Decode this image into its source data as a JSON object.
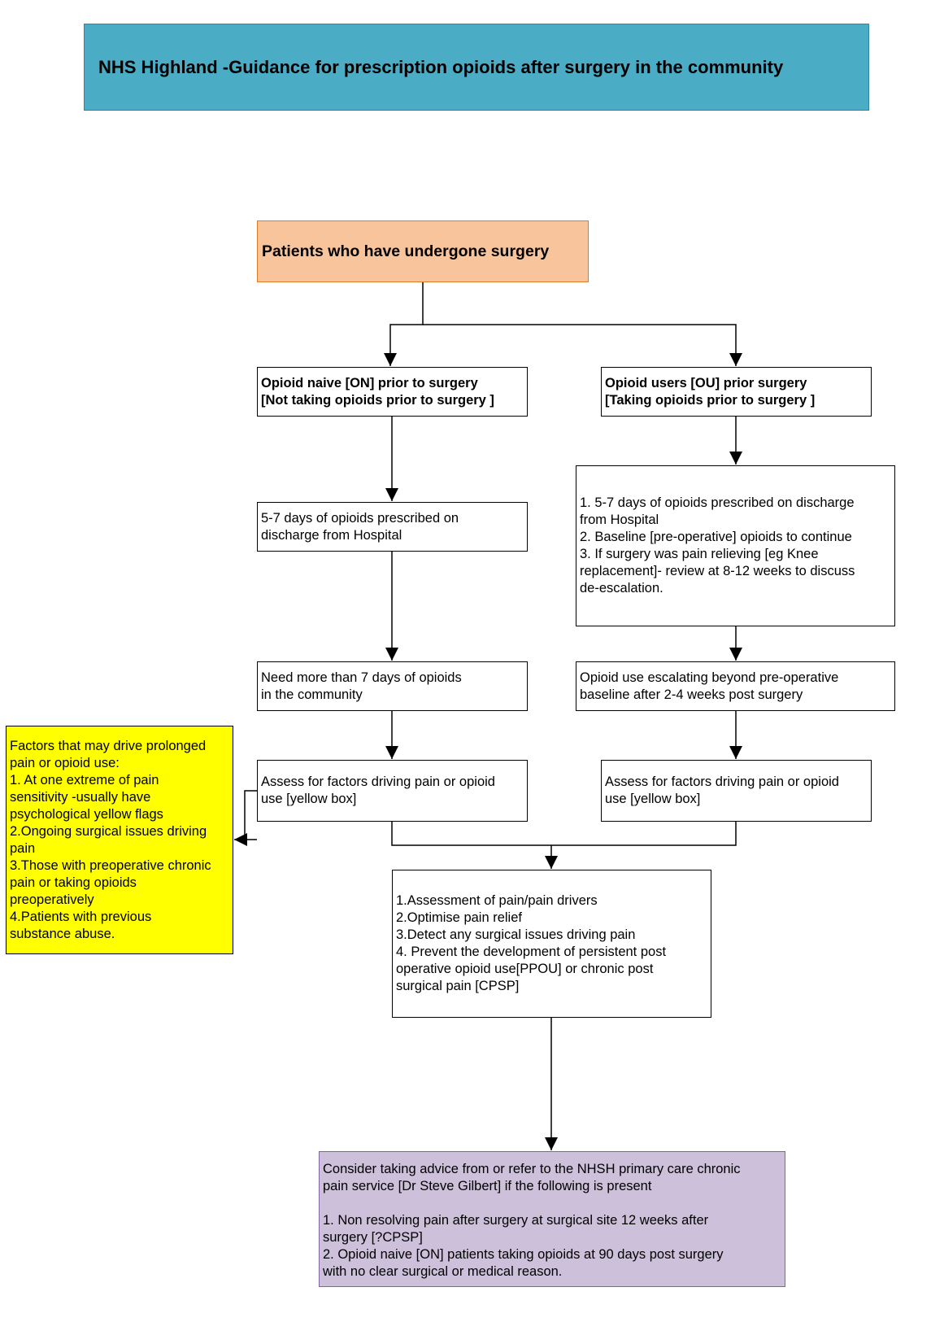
{
  "title": "NHS Highland -Guidance for prescription opioids after surgery in the community",
  "start": "Patients who have undergone surgery",
  "opioid_naive": {
    "heading": [
      "Opioid naive [ON] prior to surgery",
      "[Not taking opioids prior to surgery ]"
    ],
    "discharge": [
      "5-7 days of opioids prescribed on",
      "discharge from Hospital"
    ],
    "need_more": [
      "Need more than 7 days of opioids",
      "in the community"
    ],
    "assess": [
      "Assess for factors driving pain or opioid",
      "use [yellow box]"
    ]
  },
  "opioid_users": {
    "heading": [
      "Opioid users [OU] prior surgery",
      "[Taking opioids prior to surgery ]"
    ],
    "plan": [
      "1. 5-7 days of opioids prescribed on discharge",
      "from Hospital",
      "2. Baseline [pre-operative] opioids to continue",
      "3. If surgery was pain relieving [eg Knee",
      "replacement]- review at 8-12 weeks to discuss",
      "de-escalation."
    ],
    "escalating": [
      "Opioid use escalating beyond pre-operative",
      "baseline after 2-4 weeks post surgery"
    ],
    "assess": [
      "Assess for factors driving pain or opioid",
      "use [yellow box]"
    ]
  },
  "factors": [
    "Factors that may drive prolonged",
    "pain or opioid use:",
    "1. At one extreme of pain",
    "sensitivity -usually have",
    "psychological yellow flags",
    "2.Ongoing surgical issues driving",
    "pain",
    "3.Those with preoperative chronic",
    "pain or taking opioids",
    "preoperatively",
    "4.Patients with previous",
    "substance abuse."
  ],
  "actions": [
    "1.Assessment of pain/pain drivers",
    "2.Optimise pain relief",
    "3.Detect any surgical issues driving pain",
    "4. Prevent the development of persistent post",
    "operative opioid use[PPOU] or chronic post",
    "surgical pain [CPSP]"
  ],
  "refer": [
    "Consider taking advice from or refer to the NHSH primary care chronic",
    "pain service [Dr Steve Gilbert] if the following is present",
    "",
    "1. Non resolving pain after surgery at surgical site 12 weeks after",
    "surgery [?CPSP]",
    "2. Opioid naive [ON] patients taking opioids at 90 days post surgery",
    "with no clear surgical or medical reason."
  ],
  "colors": {
    "title_fill": "#4bacc6",
    "start_fill": "#f8c49b",
    "factors_fill": "#ffff00",
    "refer_fill": "#ccc0da"
  }
}
